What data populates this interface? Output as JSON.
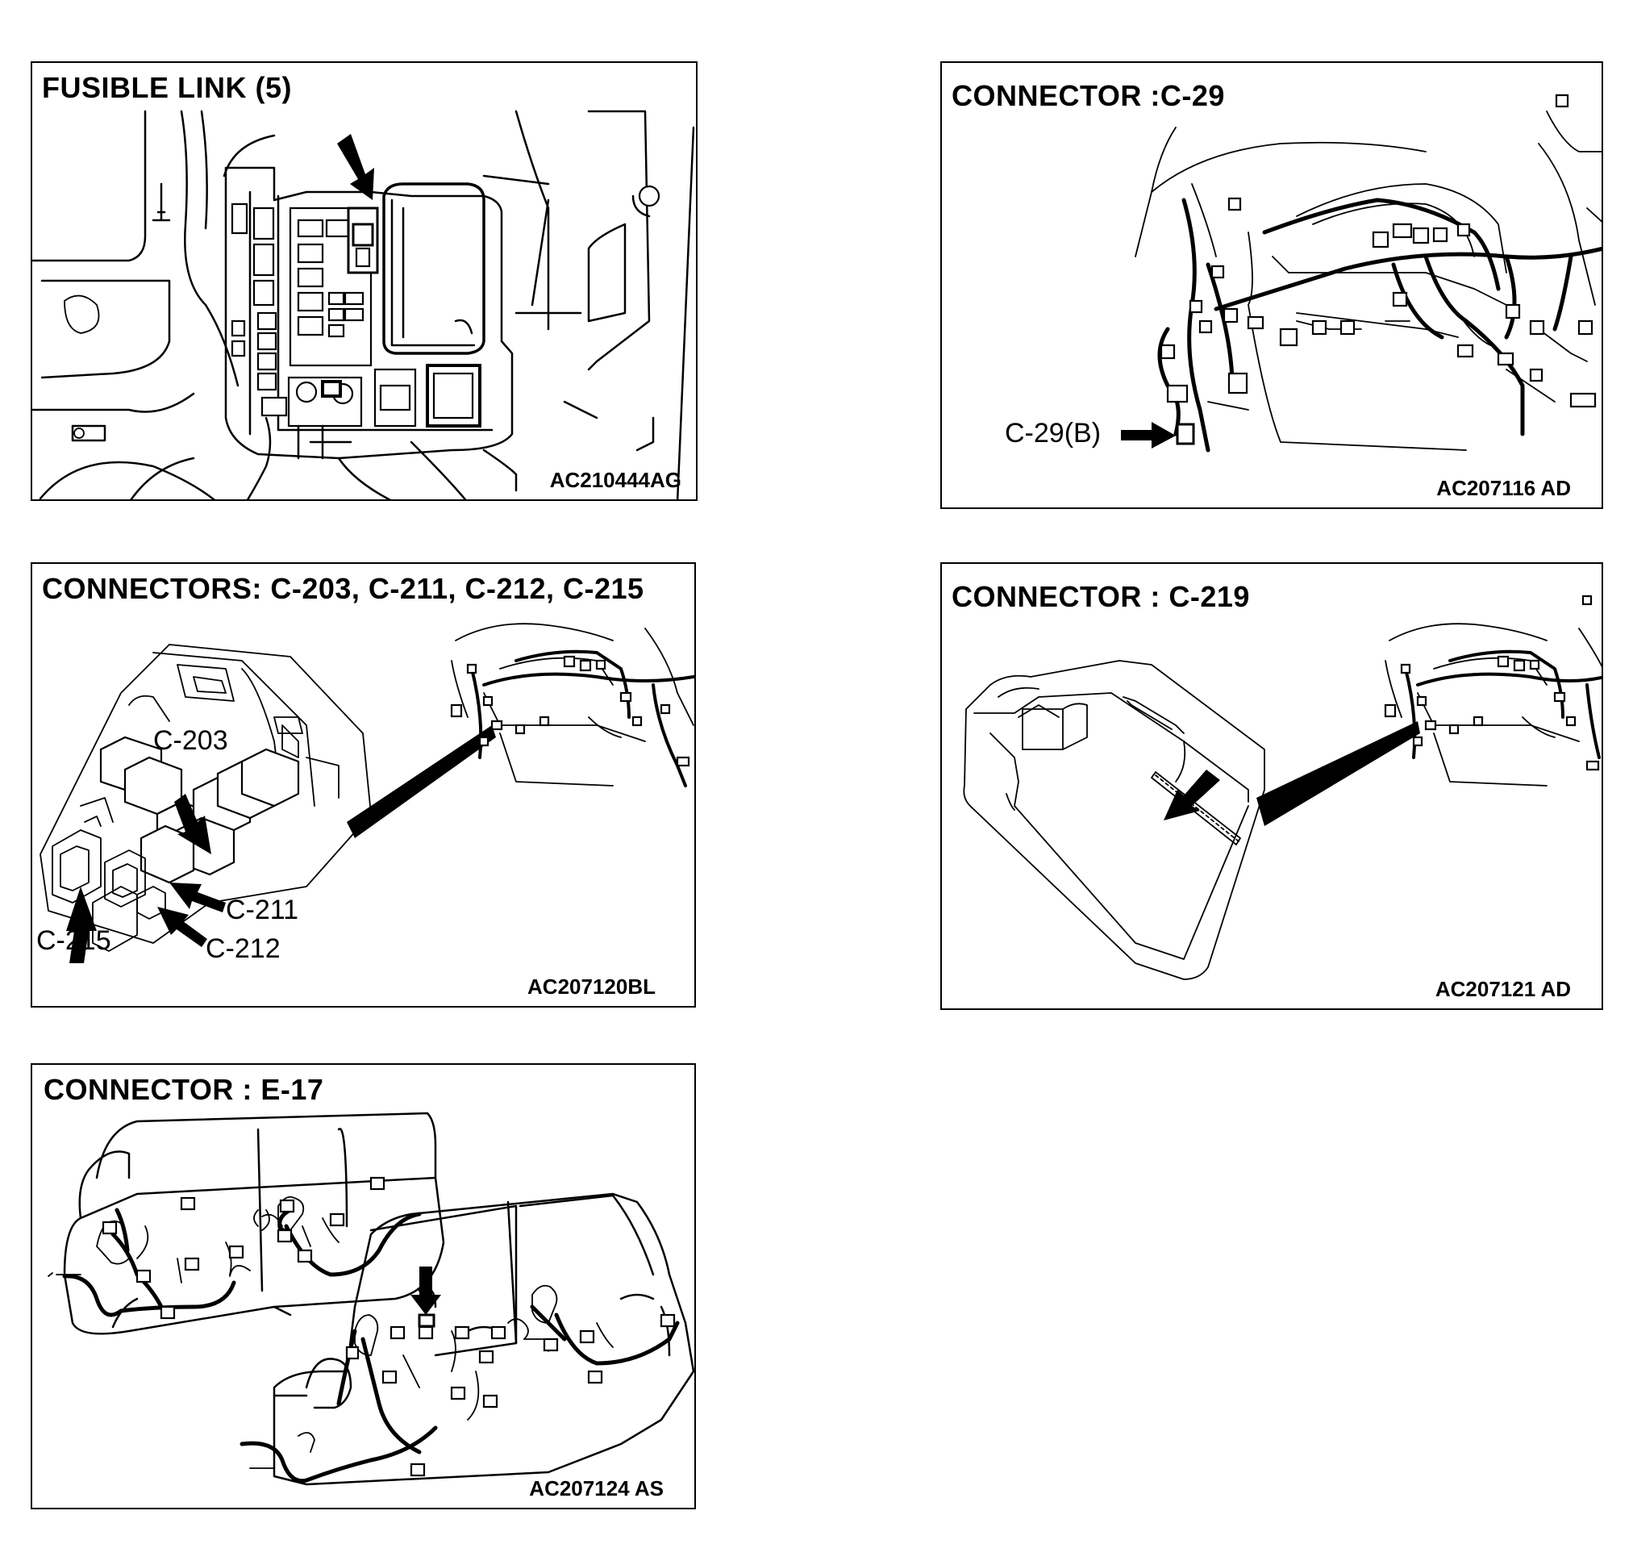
{
  "panels": {
    "fusible_link": {
      "title": "FUSIBLE LINK (5)",
      "code": "AC210444AG"
    },
    "c29": {
      "title": "CONNECTOR :C-29",
      "code": "AC207116 AD",
      "callout": "C-29(B)"
    },
    "c203": {
      "title": "CONNECTORS: C-203, C-211, C-212, C-215",
      "code": "AC207120BL",
      "callouts": {
        "c203": "C-203",
        "c211": "C-211",
        "c212": "C-212",
        "c215": "C-215"
      }
    },
    "c219": {
      "title": "CONNECTOR : C-219",
      "code": "AC207121 AD"
    },
    "e17": {
      "title": "CONNECTOR : E-17",
      "code": "AC207124 AS"
    }
  }
}
